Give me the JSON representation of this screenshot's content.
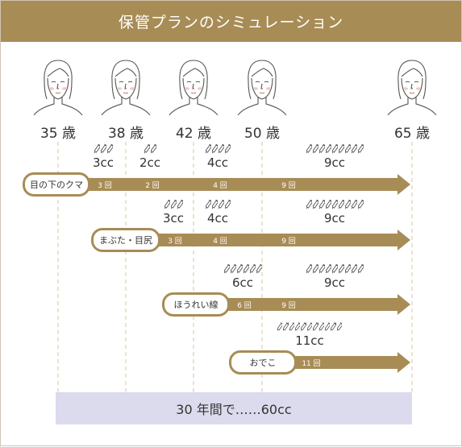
{
  "title": "保管プランのシミュレーション",
  "ages": [
    "35 歳",
    "38 歳",
    "42 歳",
    "50 歳",
    "65 歳"
  ],
  "rows": [
    {
      "label": "目の下のクマ",
      "doses": [
        {
          "cc": "3cc",
          "count": "3 回",
          "n": 3
        },
        {
          "cc": "2cc",
          "count": "2 回",
          "n": 2
        },
        {
          "cc": "4cc",
          "count": "4 回",
          "n": 4
        },
        {
          "cc": "9cc",
          "count": "9 回",
          "n": 9
        }
      ]
    },
    {
      "label": "まぶた・目尻",
      "doses": [
        {
          "cc": "3cc",
          "count": "3 回",
          "n": 3
        },
        {
          "cc": "4cc",
          "count": "4 回",
          "n": 4
        },
        {
          "cc": "9cc",
          "count": "9 回",
          "n": 9
        }
      ]
    },
    {
      "label": "ほうれい線",
      "doses": [
        {
          "cc": "6cc",
          "count": "6 回",
          "n": 6
        },
        {
          "cc": "9cc",
          "count": "9 回",
          "n": 9
        }
      ]
    },
    {
      "label": "おでこ",
      "doses": [
        {
          "cc": "11cc",
          "count": "11 回",
          "n": 11
        }
      ]
    }
  ],
  "footer": "30 年間で……60cc",
  "colors": {
    "accent": "#a88c56",
    "footer_bg": "#dcdbed",
    "line": "#d9c4a0"
  }
}
